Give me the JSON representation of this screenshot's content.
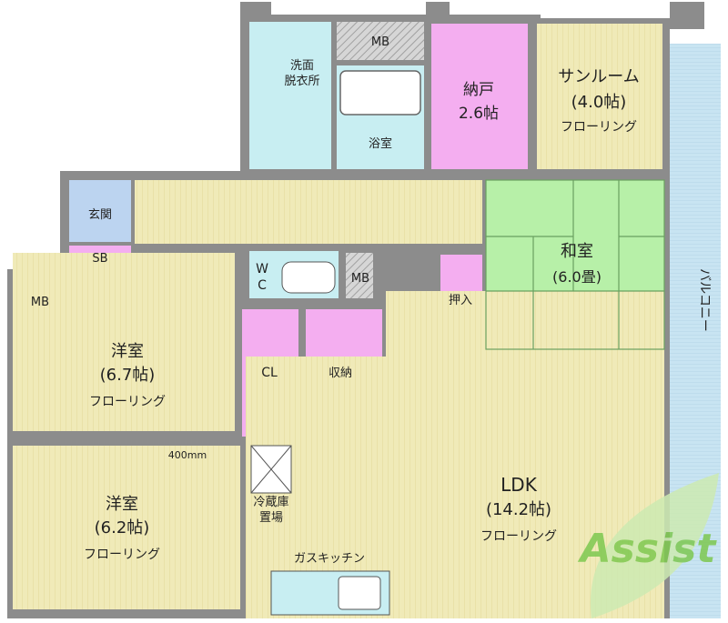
{
  "colors": {
    "wall": "#8c8c8c",
    "flooring": "#f0eab8",
    "wet_area": "#c8eef2",
    "storage": "#f4aef0",
    "tatami": "#b7f0a8",
    "balcony": "#c8e4f2",
    "entrance": "#bcd4f0",
    "utility": "#cfcfcf",
    "logo": "#7ec850"
  },
  "rooms": {
    "washroom": "洗面\n脱衣所",
    "mb_top": "MB",
    "bath": "浴室",
    "storeroom_name": "納戸",
    "storeroom_size": "2.6帖",
    "sunroom_name": "サンルーム",
    "sunroom_size": "(4.0帖)",
    "sunroom_floor": "フローリング",
    "entrance": "玄関",
    "sb": "SB",
    "mb_left": "MB",
    "wc": "W\nC",
    "mb_center": "MB",
    "washitsu_name": "和室",
    "washitsu_size": "(6.0畳)",
    "oshiire": "押入",
    "balcony": "バルコニー",
    "western1_name": "洋室",
    "western1_size": "(6.7帖)",
    "western1_floor": "フローリング",
    "cl": "CL",
    "shuno": "収納",
    "dimension": "400mm",
    "western2_name": "洋室",
    "western2_size": "(6.2帖)",
    "western2_floor": "フローリング",
    "fridge": "冷蔵庫\n置場",
    "ldk_name": "LDK",
    "ldk_size": "(14.2帖)",
    "ldk_floor": "フローリング",
    "kitchen": "ガスキッチン"
  },
  "logo": {
    "text": "Assist",
    "icon": "leaf-logo-icon"
  }
}
